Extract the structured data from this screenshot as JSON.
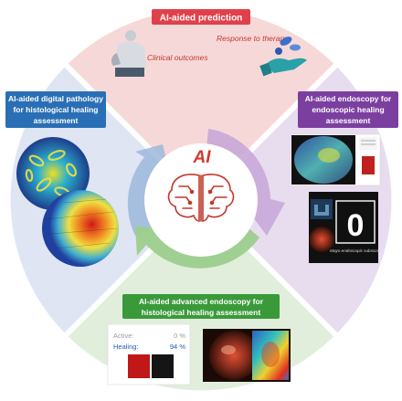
{
  "center": {
    "label": "AI"
  },
  "sections": {
    "prediction": {
      "title": "AI-aided prediction",
      "clinical_outcomes": "Clinical outcomes",
      "response_to_therapy": "Response to therapy",
      "color": "#e0404a"
    },
    "pathology": {
      "title_lines": [
        "AI-aided digital pathology",
        "for histological healing",
        "assessment"
      ],
      "color": "#2a6fb5"
    },
    "endoscopy": {
      "title_lines": [
        "AI-aided endoscopy for",
        "endoscopic healing",
        "assessment"
      ],
      "color": "#7b3fa0",
      "panel_caption": "Mayo endoscopic subscore",
      "score": "0"
    },
    "advanced": {
      "title_lines": [
        "AI-aided advanced endoscopy for",
        "histological healing assessment"
      ],
      "color": "#3a9a3a",
      "active_label": "Active:",
      "active_value": "0 %",
      "healing_label": "Healing:",
      "healing_value": "94 %"
    }
  },
  "colors": {
    "ring_top": "#f7d8d8",
    "ring_left": "#dfe5f3",
    "ring_right": "#e8dcef",
    "ring_bottom": "#e2eedc",
    "arrow_blue": "#9db8d9",
    "arrow_purple": "#c8a8d8",
    "arrow_green": "#9ccd8c",
    "brain": "#c0392b"
  }
}
